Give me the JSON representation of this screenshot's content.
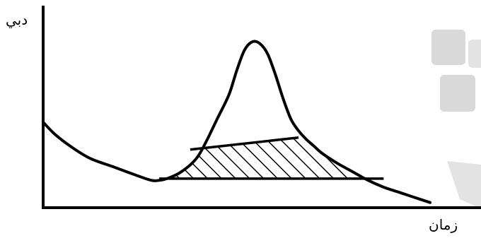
{
  "chart_data": {
    "type": "area",
    "xlabel": "زمان",
    "ylabel": "دبي",
    "xlim": [
      0,
      100
    ],
    "ylim": [
      0,
      100
    ],
    "grid": false,
    "series": [
      {
        "x": [
          0,
          3,
          7,
          12,
          18,
          24,
          28,
          30,
          32,
          35,
          38,
          40,
          42,
          45,
          48,
          50,
          52,
          54,
          56,
          58,
          60,
          62,
          64,
          66,
          68,
          70,
          72,
          76,
          80,
          84,
          88,
          92,
          96,
          100
        ],
        "values": [
          50,
          43,
          36,
          29,
          24,
          19,
          16,
          16,
          17,
          20,
          25,
          30,
          38,
          52,
          66,
          80,
          92,
          97,
          96,
          90,
          78,
          64,
          52,
          45,
          40,
          36,
          32,
          26,
          21,
          16,
          12,
          9,
          6,
          3
        ]
      }
    ],
    "baseline": {
      "x": [
        30,
        88
      ],
      "y": [
        17,
        17
      ]
    },
    "separation_line": {
      "x": [
        38,
        66
      ],
      "y": [
        34,
        41
      ]
    },
    "watermark_colors": [
      "#d9d9d9",
      "#e3e3e3"
    ]
  }
}
